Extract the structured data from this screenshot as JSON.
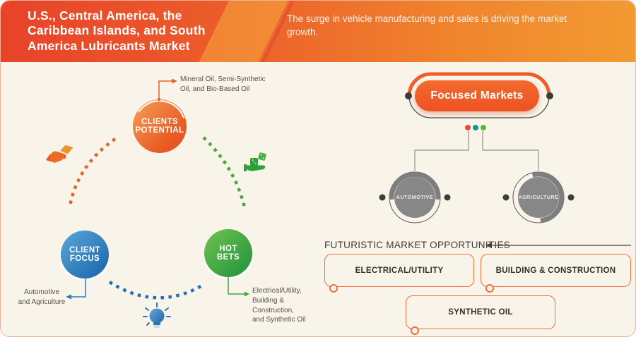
{
  "header": {
    "title": "U.S., Central America, the Caribbean Islands, and South America Lubricants Market",
    "subtitle": "The surge in vehicle manufacturing and sales is driving the market growth."
  },
  "cycle": {
    "clients_potential": {
      "label": "CLIENTS\nPOTENTIAL",
      "annotation": "Mineral Oil, Semi-Synthetic\nOil, and Bio-Based Oil"
    },
    "client_focus": {
      "label": "CLIENT\nFOCUS",
      "annotation": "Automotive\nand Agriculture"
    },
    "hot_bets": {
      "label": "HOT\nBETS",
      "annotation": "Electrical/Utility,\nBuilding &\nConstruction,\nand Synthetic Oil"
    }
  },
  "focused_markets": {
    "title": "Focused Markets",
    "segments": [
      {
        "label": "AUTOMOTIVE"
      },
      {
        "label": "AGRICULTURE"
      }
    ],
    "legend_colors": [
      "#e64b33",
      "#17968b",
      "#62b23e"
    ]
  },
  "opportunities": {
    "heading": "FUTURISTIC MARKET OPPORTUNITIES",
    "items": [
      "ELECTRICAL/UTILITY",
      "BUILDING & CONSTRUCTION",
      "SYNTHETIC OIL"
    ]
  },
  "colors": {
    "header_left": "#e8432a",
    "header_right": "#f29a31",
    "clients_potential": "#ec6426",
    "client_focus": "#2d7cc0",
    "hot_bets": "#47a83f",
    "pill_orange": "#f15c2b",
    "segment_gray": "#868686",
    "opportunity_border": "#ee6f3e"
  }
}
